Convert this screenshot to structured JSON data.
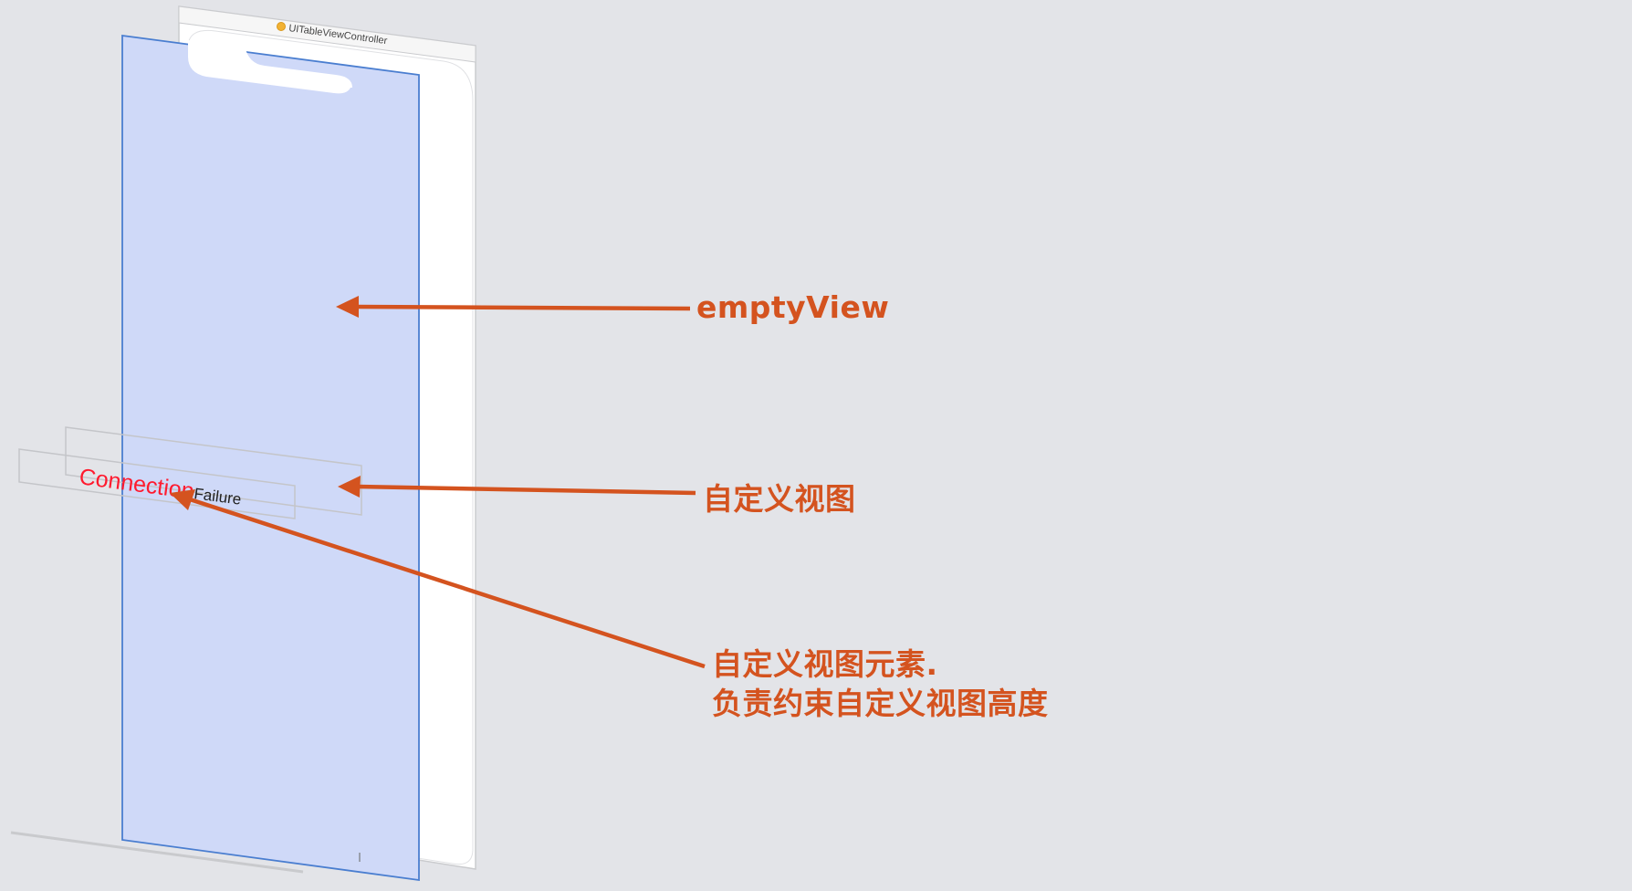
{
  "scene": {
    "controller_title": "UITableViewController",
    "controller_icon": "view-controller-icon"
  },
  "label": {
    "connection_text": "Connection",
    "failure_text": "Failure",
    "connection_color": "#ff1a2e"
  },
  "annotations": {
    "empty_view": "emptyView",
    "custom_view": "自定义视图",
    "element_line1": "自定义视图元素.",
    "element_line2": "负责约束自定义视图高度",
    "color": "#d4531f"
  },
  "colors": {
    "background": "#e3e4e8",
    "empty_view_fill": "#cfd9f8",
    "empty_view_border": "#4a7ed0",
    "arrow": "#d4531f"
  }
}
